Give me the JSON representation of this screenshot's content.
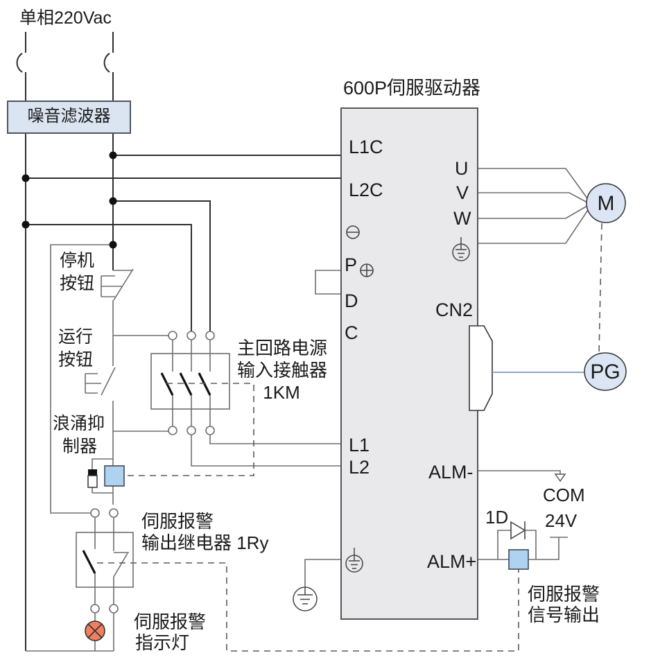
{
  "supply": {
    "label": "单相220Vac"
  },
  "noise_filter": {
    "label": "噪音滤波器"
  },
  "buttons": {
    "stop": [
      "停机",
      "按钮"
    ],
    "run": [
      "运行",
      "按钮"
    ]
  },
  "surge": [
    "浪涌抑",
    "制器"
  ],
  "contactor": [
    "主回路电源",
    "输入接触器",
    "1KM"
  ],
  "relay": [
    "伺服报警",
    "输出继电器 1Ry"
  ],
  "lamp": [
    "伺服报警",
    "指示灯"
  ],
  "alarm_output": [
    "伺服报警",
    "信号输出"
  ],
  "drive": {
    "title": "600P伺服驱动器",
    "terminals": {
      "l1c": "L1C",
      "l2c": "L2C",
      "u": "U",
      "v": "V",
      "w": "W",
      "p": "P",
      "d": "D",
      "c": "C",
      "cn2": "CN2",
      "l1": "L1",
      "l2": "L2",
      "alm_minus": "ALM-",
      "alm_plus": "ALM+"
    }
  },
  "motor": {
    "label": "M"
  },
  "encoder": {
    "label": "PG"
  },
  "alarm_circuit": {
    "diode": "1D",
    "com": "COM",
    "v24": "24V"
  },
  "colors": {
    "panel": "#e9e9eb",
    "filter": "#dbe5f1",
    "coil": "#aed2f0",
    "machine": "#dbe5f3",
    "lamp": "#ef7f5f",
    "encoder_line": "#7a99c4"
  }
}
